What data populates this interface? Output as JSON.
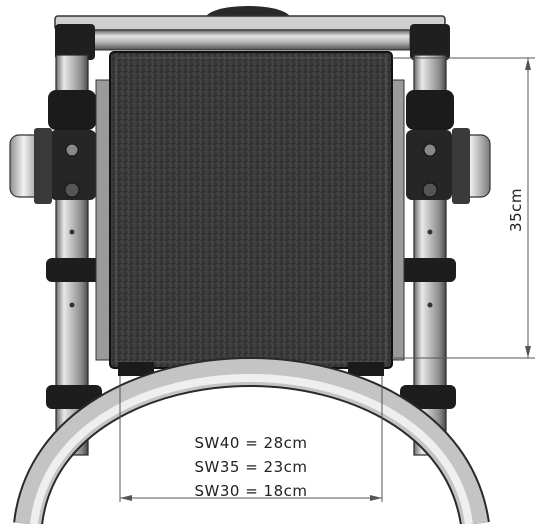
{
  "diagram": {
    "width_labels": [
      "SW40 = 28cm",
      "SW35 = 23cm",
      "SW30 = 18cm"
    ],
    "height_label": "35cm"
  },
  "colors": {
    "background": "#ffffff",
    "seat_panel": "#3a3a3a",
    "frame_metal": "#b9b9b9",
    "dark_part": "#1e1e1e",
    "dimension_line": "#555555"
  }
}
